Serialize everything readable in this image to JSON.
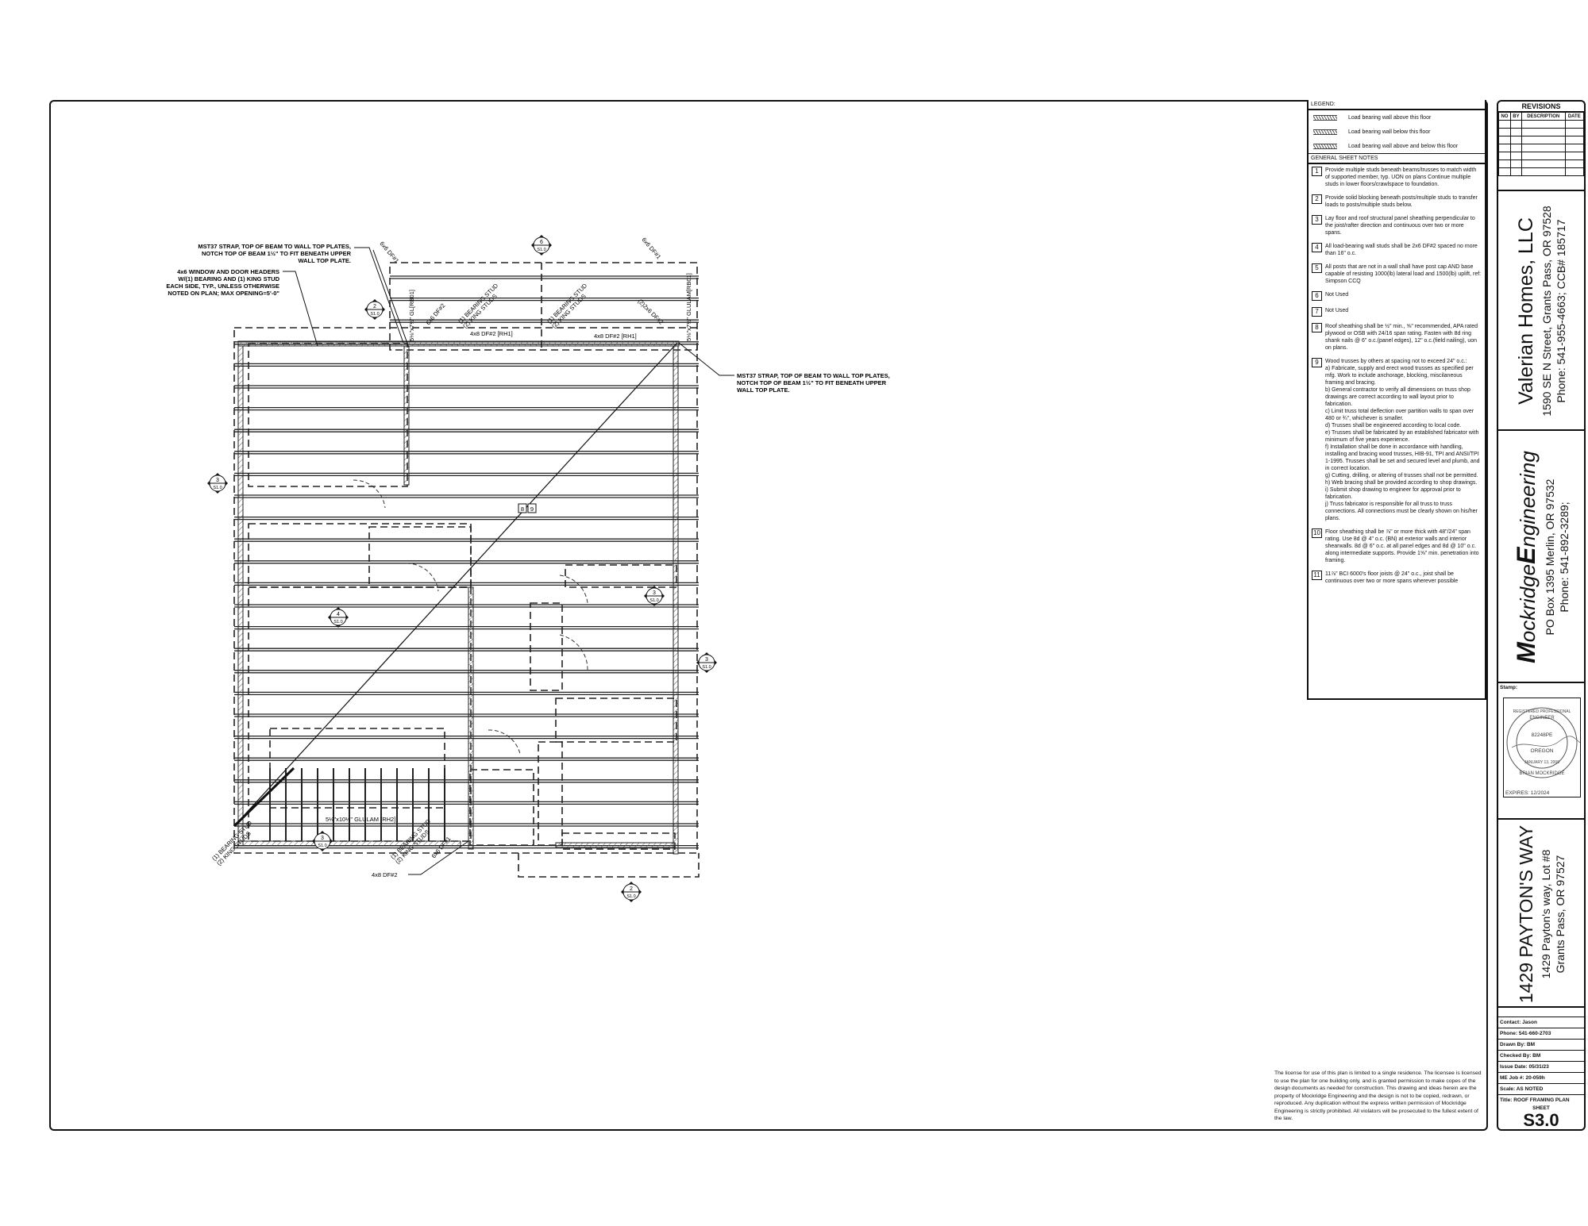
{
  "legend": {
    "title": "LEGEND:",
    "items": [
      {
        "label": "Load bearing wall above this floor"
      },
      {
        "label": "Load bearing wall below this floor"
      },
      {
        "label": "Load bearing wall above and below this floor"
      }
    ]
  },
  "notes": {
    "title": "GENERAL SHEET NOTES",
    "items": [
      {
        "num": "1",
        "text": "Provide multiple studs beneath beams/trusses to match width of supported member, typ. UON on plans Continue multiple studs in lower floors/crawlspace to foundation."
      },
      {
        "num": "2",
        "text": "Provide solid blocking beneath posts/multiple studs to transfer loads to posts/multiple studs below."
      },
      {
        "num": "3",
        "text": "Lay floor and roof structural panel sheathing perpendicular to the joist/rafter direction and continuous over two or more spans."
      },
      {
        "num": "4",
        "text": "All load-bearing wall studs shall be 2x6 DF#2 spaced no more than 16\" o.c."
      },
      {
        "num": "5",
        "text": "All posts that are not in a wall shall have post cap AND base capable of resisting 1000(lb) lateral load and 1500(lb) uplift, ref: Simpson CCQ"
      },
      {
        "num": "6",
        "text": "Not Used"
      },
      {
        "num": "7",
        "text": "Not Used"
      },
      {
        "num": "8",
        "text": "Roof sheathing shall be ½\" min., ⅝\" recommended, APA rated plywood or OSB with 24/16 span rating.  Fasten with 8d ring shank nails @ 6\" o.c.(panel edges), 12\" o.c.(field nailing), uon on plans."
      },
      {
        "num": "9",
        "text": "Wood trusses by others at spacing not to exceed 24\" o.c.:\na) Fabricate, supply and erect wood trusses as specified per mfg.  Work to include anchorage, blocking, miscilaneous framing and bracing.\nb) General contractor to verify all dimensions on truss shop drawings are correct according to wall layout prior to fabrication.\nc) Limit truss total deflection over partition walls to span over 480 or ¾\", whichever is smaller.\nd) Trusses shall be engineered according to local code.\ne) Trusses shall be fabricated by an established fabricator with minimum of five years experience.\nf) Installation shall be done in accordance with handling, installing and bracing wood trusses, HIB-91, TPI and ANSI/TPI 1-1995.  Trusses shall be set and secured level and plumb, and in correct location.\ng) Cutting, drilling, or altering of trusses shall  not be permitted.\nh) Web bracing shall be provided according to shop drawings.\ni) Submit shop drawing to engineer for approval prior to fabrication.\nj) Truss fabricator is responsible for all truss to truss connections.  All connections must be clearly shown on his/her plans."
      },
      {
        "num": "10",
        "text": "Floor sheathing shall be ⅞\" or more thick with 48\"/24\" span rating.  Use 8d @ 4\" o.c. (BN) at exterior walls and interior shearwalls.  8d @ 6\" o.c. at all panel edges and 8d @ 10\" o.c. along intermediate supports.  Provide 1⅝\" min. penetration into framing."
      },
      {
        "num": "11",
        "text": "11⅞\" BCI 6000's floor joists @ 24\" o.c., joist shall be continuous over two or more spans wherever possible"
      }
    ]
  },
  "revisions": {
    "title": "REVISIONS",
    "columns": [
      "NO",
      "BY",
      "DESCRIPTION",
      "DATE"
    ]
  },
  "client": {
    "name": "Valerian Homes, LLC",
    "address": "1590 SE N Street, Grants Pass, OR 97528",
    "phone": "Phone: 541-955-4663;  CCB# 185717"
  },
  "engineer": {
    "logo_text": "MockridgeEngineering",
    "address": "PO Box 1395 Merlin, OR 97532",
    "phone": "Phone: 541-892-3289;"
  },
  "stamp": {
    "label": "Stamp:",
    "ring_top": "REGISTERED PROFESSIONAL",
    "ring_inner": "ENGINEER",
    "number": "82248PE",
    "state": "OREGON",
    "date": "JANUARY 13, 2009",
    "name": "BRIAN MOCKRIDGE",
    "expires": "EXPIRES: 12/2024"
  },
  "project": {
    "title": "1429 PAYTON'S WAY",
    "address1": "1429 Payton's way, Lot #8",
    "address2": "Grants Pass, OR 97527"
  },
  "info": {
    "contact": "Contact: Jason",
    "phone": "Phone: 541-660-2703",
    "drawn_by": "Drawn By:  BM",
    "checked_by": "Checked By:  BM",
    "issue_date": "Issue Date:  05/31/23",
    "job": "ME Job #:  20-059h",
    "scale": "Scale:  AS NOTED",
    "title": "Title:  ROOF FRAMING PLAN",
    "sheet_label": "SHEET",
    "sheet": "S3.0"
  },
  "license": "The license for use of this plan is limited to a single residence.  The licensee is licensed to use the plan for one building only, and is granted permission to make copes of the design documents as needed for construction.  This drawing and ideas herein are the property of Mockridge Engineering and the design is not to be copied, redrawn, or reproduced.  Any duplication without the express written permission of Mockridge Engineering is strictly prohibited.  All violators will be prosecuted to the fullest extent of the law.",
  "plan": {
    "notes": {
      "strap_left": [
        "MST37 STRAP, TOP OF BEAM TO WALL TOP PLATES,",
        "NOTCH TOP OF BEAM 1½\" TO FIT BENEATH UPPER",
        "WALL TOP PLATE."
      ],
      "headers": [
        "4x6 WINDOW AND DOOR HEADERS",
        "W/(1) BEARING AND (1) KING STUD",
        "EACH SIDE, TYP., UNLESS OTHERWISE",
        "NOTED ON PLAN; MAX OPENING=5'-0\""
      ],
      "strap_right": [
        "MST37 STRAP, TOP OF BEAM TO WALL TOP PLATES,",
        "NOTCH TOP OF BEAM 1½\" TO FIT BENEATH UPPER",
        "WALL TOP PLATE."
      ]
    },
    "labels": {
      "post_6x6_a": "6x6 DF#1",
      "post_6x6_b": "6x6 DF#1",
      "post_6x6_c": "6x6 DF#2",
      "post_6x6_d": "6x6 DF#1",
      "glulam_left": "5⅛\"x7½\" GL[RB01]",
      "glulam_right": "5⅛\"x7½\" GLULAM[RB01]",
      "header_a": "4x8 DF#2 [RH1]",
      "header_b": "4x8 DF#2 [RH1]",
      "studs_2x6": "(2)2x6 DF#2",
      "glulam_bottom": "5⅛\"x10½\" GLULAM [RH2]",
      "header_bottom": "4x8 DF#2",
      "studs_1": "(1) BEARING STUD",
      "studs_2": "(2) KING STUDS",
      "detail_a": "8",
      "detail_b": "9"
    },
    "sections": [
      {
        "num": "6",
        "sheet": "S1.0"
      },
      {
        "num": "2",
        "sheet": "S1.0"
      },
      {
        "num": "3",
        "sheet": "S1.0"
      },
      {
        "num": "4",
        "sheet": "S1.0"
      },
      {
        "num": "3",
        "sheet": "S1.0"
      },
      {
        "num": "3",
        "sheet": "S1.0"
      },
      {
        "num": "3",
        "sheet": "S1.0"
      },
      {
        "num": "2",
        "sheet": "S1.0"
      }
    ]
  }
}
